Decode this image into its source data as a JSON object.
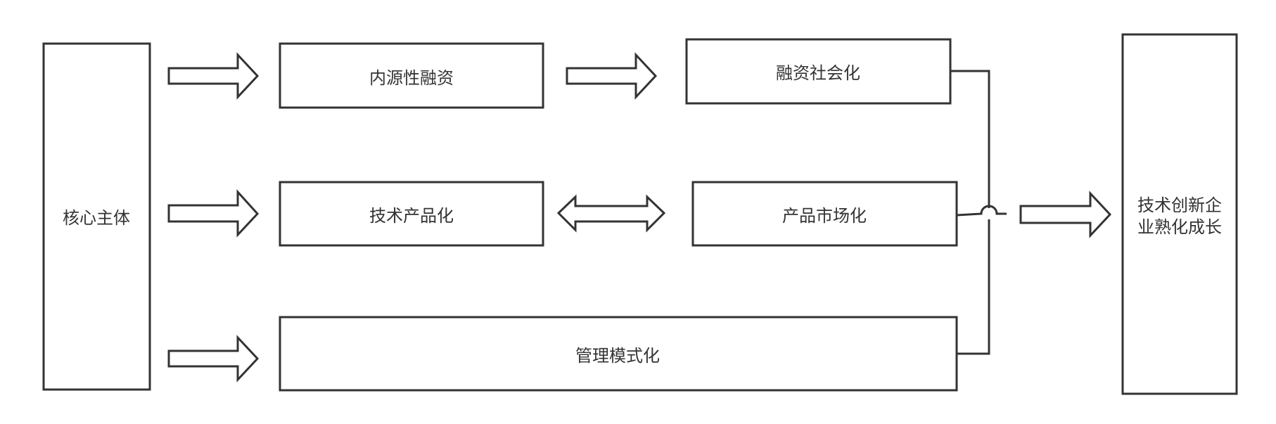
{
  "boxes": {
    "core": "核心主体",
    "internal_financing": "内源性融资",
    "financing_socialization": "融资社会化",
    "tech_productization": "技术产品化",
    "product_marketization": "产品市场化",
    "management_modeling": "管理模式化",
    "outcome_line1": "技术创新企",
    "outcome_line2": "业熟化成长"
  },
  "colors": {
    "stroke": "#333333",
    "fill": "#ffffff",
    "text": "#333333"
  }
}
